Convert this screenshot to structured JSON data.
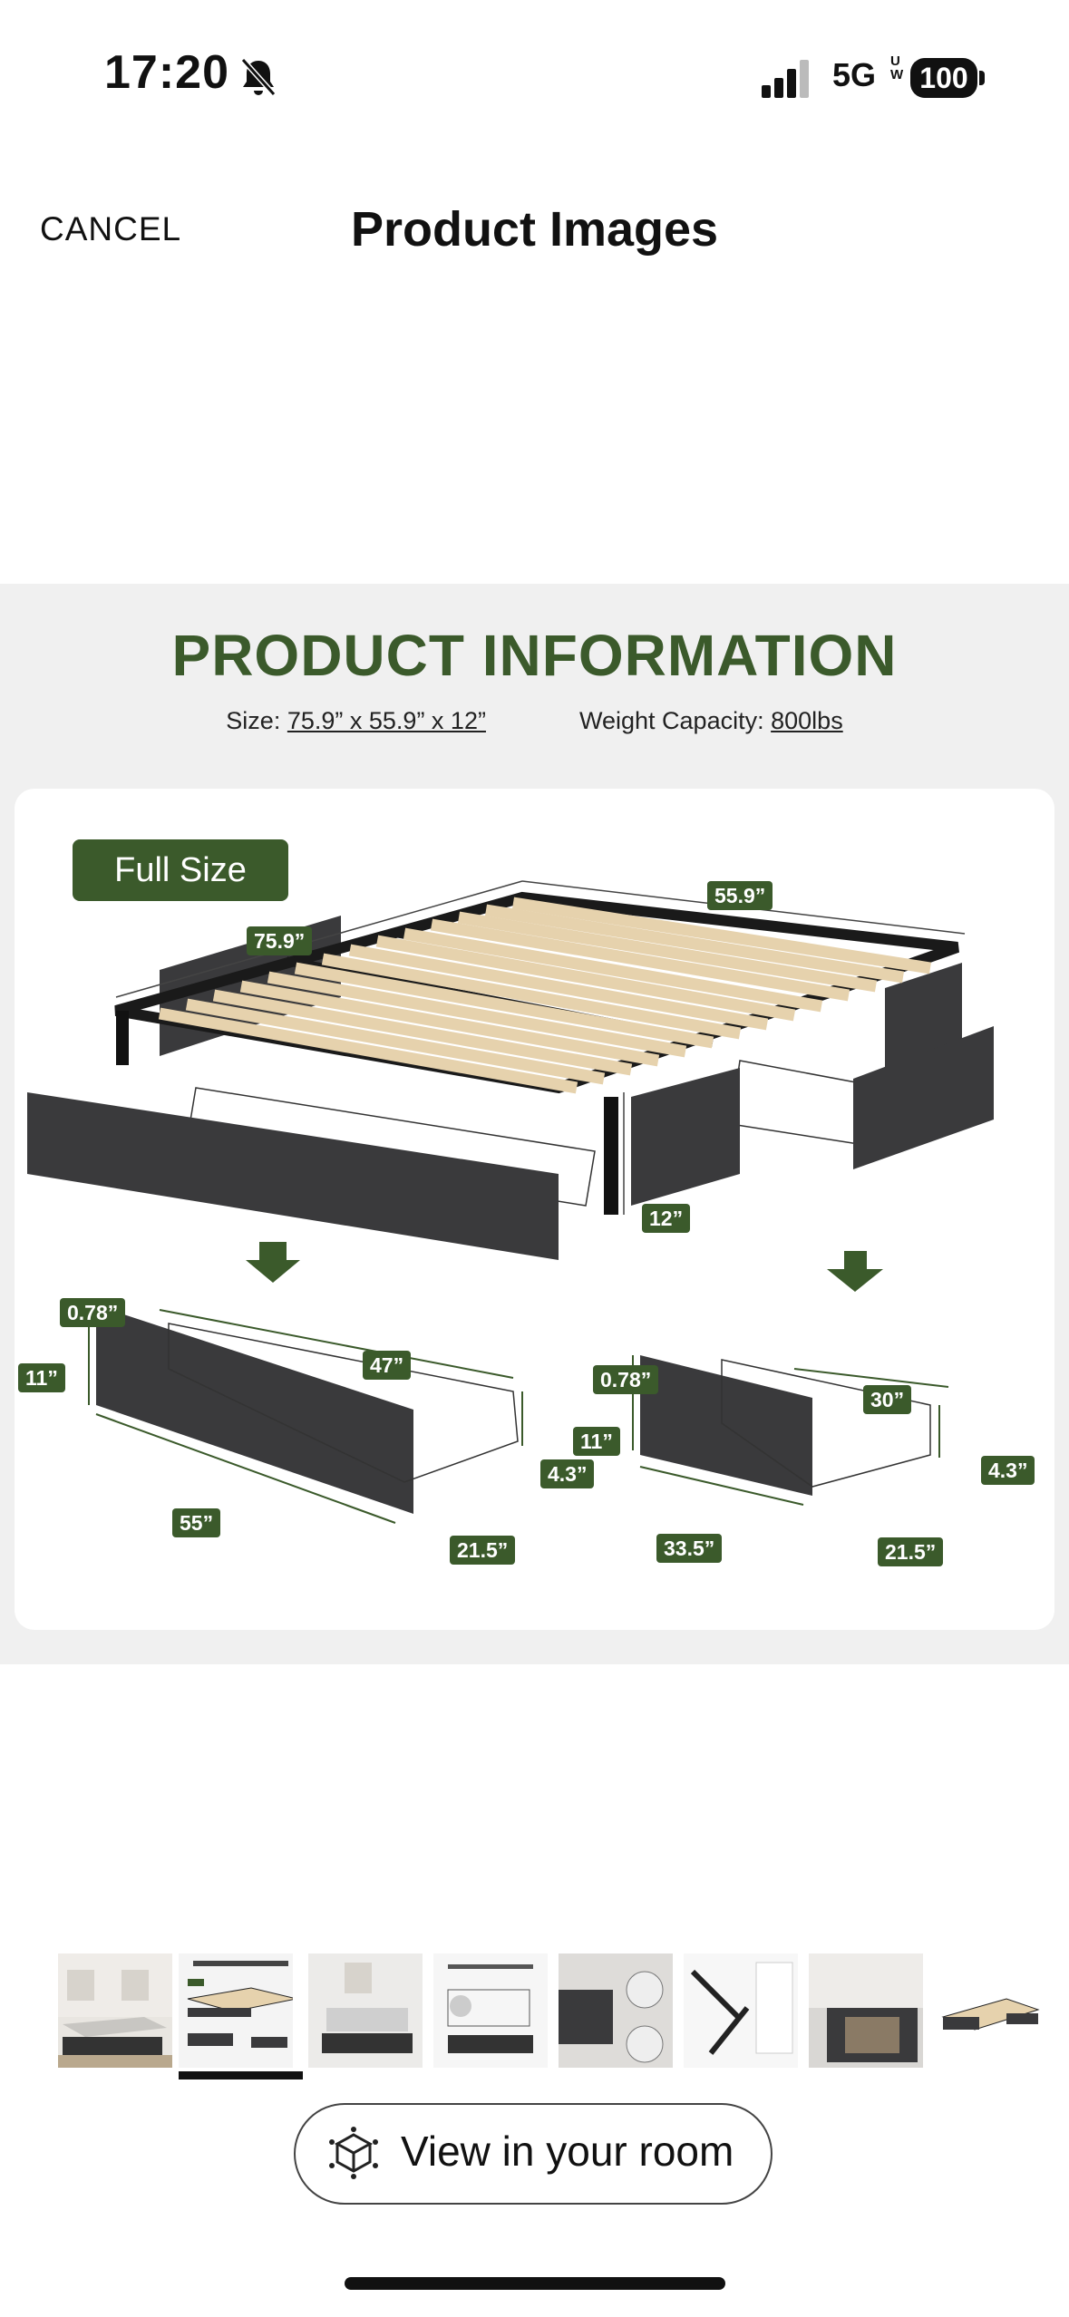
{
  "status_bar": {
    "time": "17:20",
    "network": "5G",
    "network_sub": "UW",
    "battery": "100",
    "icons": [
      "bell-slash-icon",
      "signal-bars-icon"
    ]
  },
  "header": {
    "cancel_label": "CANCEL",
    "title": "Product Images"
  },
  "product_image": {
    "heading": "PRODUCT INFORMATION",
    "size_label": "Size:",
    "size_value": "75.9” x 55.9” x 12”",
    "weight_label": "Weight Capacity:",
    "weight_value": "800lbs",
    "badge": "Full Size",
    "dimensions": {
      "length": "75.9”",
      "width": "55.9”",
      "height": "12”",
      "big_drawer_top": "0.78”",
      "big_drawer_height": "11”",
      "big_drawer_depth": "47”",
      "big_drawer_basket": "4.3”",
      "big_drawer_length": "55”",
      "big_drawer_width": "21.5”",
      "small_drawer_top": "0.78”",
      "small_drawer_height": "11”",
      "small_drawer_depth": "30”",
      "small_drawer_basket": "4.3”",
      "small_drawer_length": "33.5”",
      "small_drawer_width": "21.5”"
    }
  },
  "thumbnails": [
    {
      "name": "bedroom-photo-1",
      "selected": false
    },
    {
      "name": "product-information",
      "selected": true
    },
    {
      "name": "bedroom-photo-2",
      "selected": false
    },
    {
      "name": "headboard-compatible",
      "selected": false
    },
    {
      "name": "drawer-detail",
      "selected": false
    },
    {
      "name": "assembly-parts",
      "selected": false
    },
    {
      "name": "drawer-open-photo",
      "selected": false
    },
    {
      "name": "bed-frame-render",
      "selected": false
    }
  ],
  "colors": {
    "brand_green": "#3b5a2b",
    "panel_bg": "#f0f0f0",
    "fabric": "#3a3a3c",
    "slat": "#e6d2ad"
  },
  "view_room": {
    "label": "View in your room",
    "icon": "ar-cube-icon"
  }
}
